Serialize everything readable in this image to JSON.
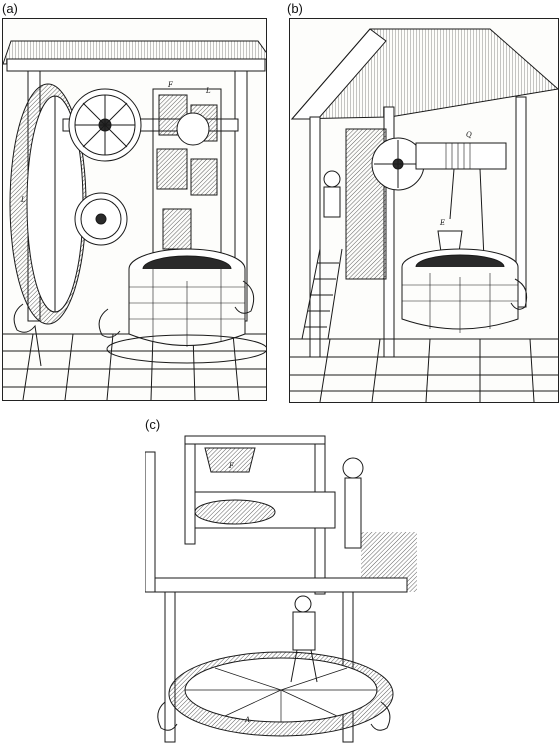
{
  "panels": [
    {
      "id": "a",
      "label": "(a)",
      "letters": [
        "F",
        "L",
        "L"
      ]
    },
    {
      "id": "b",
      "label": "(b)",
      "letters": [
        "Q",
        "E"
      ]
    },
    {
      "id": "c",
      "label": "(c)",
      "letters": [
        "F",
        "A"
      ]
    }
  ],
  "illustrations": [
    {
      "panel": "a",
      "icon": "water-wheel-bucket-chain-illustration"
    },
    {
      "panel": "b",
      "icon": "treadmill-windlass-well-illustration"
    },
    {
      "panel": "c",
      "icon": "horizontal-treadwheel-mill-illustration"
    }
  ],
  "colors": {
    "ink": "#1a1a1a",
    "paper": "#fdfdfb"
  }
}
